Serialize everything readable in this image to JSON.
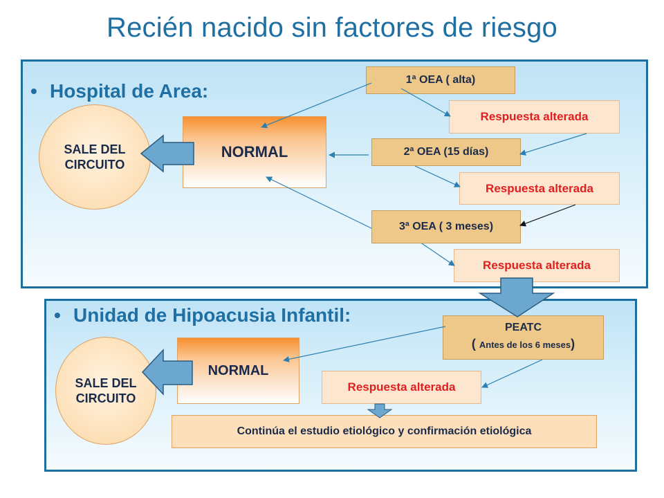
{
  "title": "Recién nacido sin factores de riesgo",
  "hospital": {
    "heading": "Hospital de Area:",
    "exit_label": "SALE DEL\nCIRCUITO",
    "normal_label": "NORMAL",
    "oea1": "1ª OEA ( alta)",
    "resp1": "Respuesta alterada",
    "oea2": "2ª OEA (15 días)",
    "resp2": "Respuesta alterada",
    "oea3": "3ª OEA ( 3 meses)",
    "resp3": "Respuesta alterada"
  },
  "unidad": {
    "heading": "Unidad de Hipoacusia Infantil:",
    "exit_label": "SALE DEL\nCIRCUITO",
    "normal_label": "NORMAL",
    "peatc_line1": "PEATC",
    "peatc_line2_open": "( ",
    "peatc_line2": "Antes de los 6 meses",
    "peatc_line2_close": ")",
    "resp": "Respuesta alterada",
    "continua": "Continúa el estudio etiológico y confirmación etiológica"
  },
  "colors": {
    "title": "#1f6fa3",
    "panel_border": "#1a6f9e",
    "alert_text": "#e02020",
    "connector": "#2c7fb0",
    "block_arrow": "#6ba7cf"
  }
}
